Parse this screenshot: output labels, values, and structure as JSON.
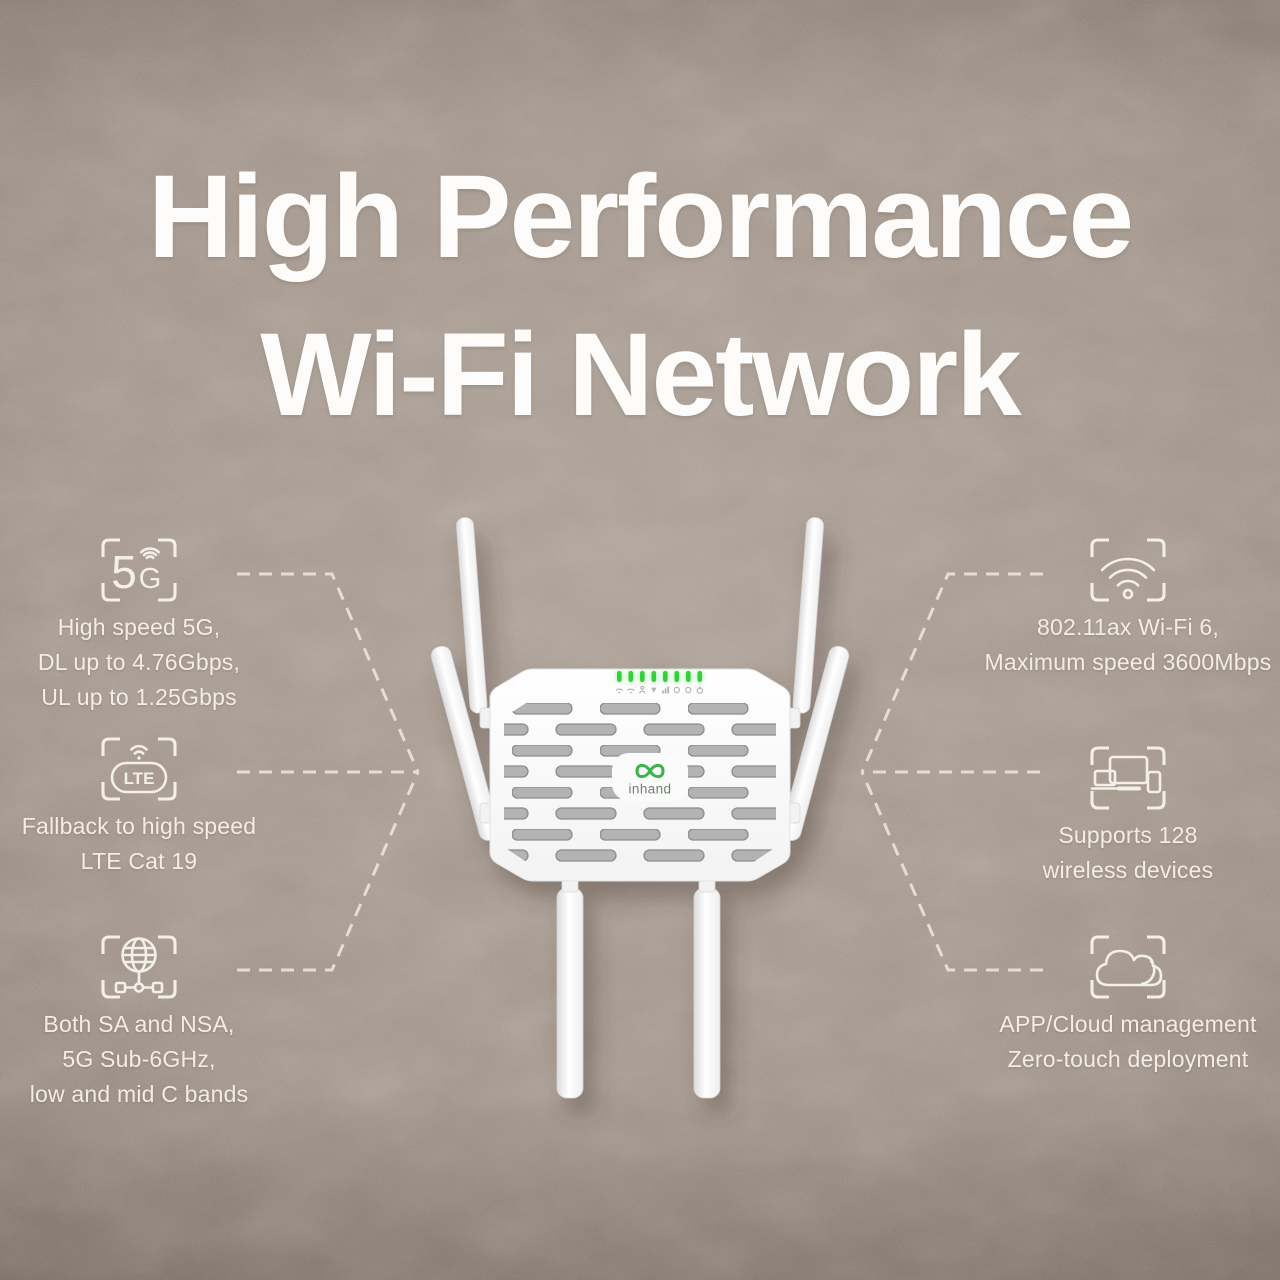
{
  "title": {
    "line1": "High Performance",
    "line2": "Wi-Fi Network"
  },
  "features": {
    "left": [
      {
        "name": "5g-speed",
        "lines": [
          "High speed 5G,",
          "DL up to 4.76Gbps,",
          "UL up to 1.25Gbps"
        ]
      },
      {
        "name": "lte-fallback",
        "lines": [
          "Fallback to high speed",
          "LTE Cat 19"
        ]
      },
      {
        "name": "5g-bands",
        "lines": [
          "Both SA and NSA,",
          "5G Sub-6GHz,",
          "low and mid C bands"
        ]
      }
    ],
    "right": [
      {
        "name": "wifi6",
        "lines": [
          "802.11ax Wi-Fi 6,",
          "Maximum speed 3600Mbps"
        ]
      },
      {
        "name": "capacity",
        "lines": [
          "Supports 128",
          "wireless devices"
        ]
      },
      {
        "name": "cloud",
        "lines": [
          "APP/Cloud management",
          "Zero-touch deployment"
        ]
      }
    ]
  },
  "icons": {
    "fiveg": {
      "big": "5",
      "small": "G"
    },
    "lte": {
      "label": "LTE"
    }
  },
  "device": {
    "brand": "inhand",
    "led_count": 8
  },
  "colors": {
    "background": "#a2958b",
    "accent_green": "#3bb54a",
    "text_cream": "#f2ede7",
    "dashed_line": "#e9e3da",
    "router_body": "#fbfbfb",
    "vent_gray": "#b3b3b3",
    "led_green": "#3ed43e"
  }
}
